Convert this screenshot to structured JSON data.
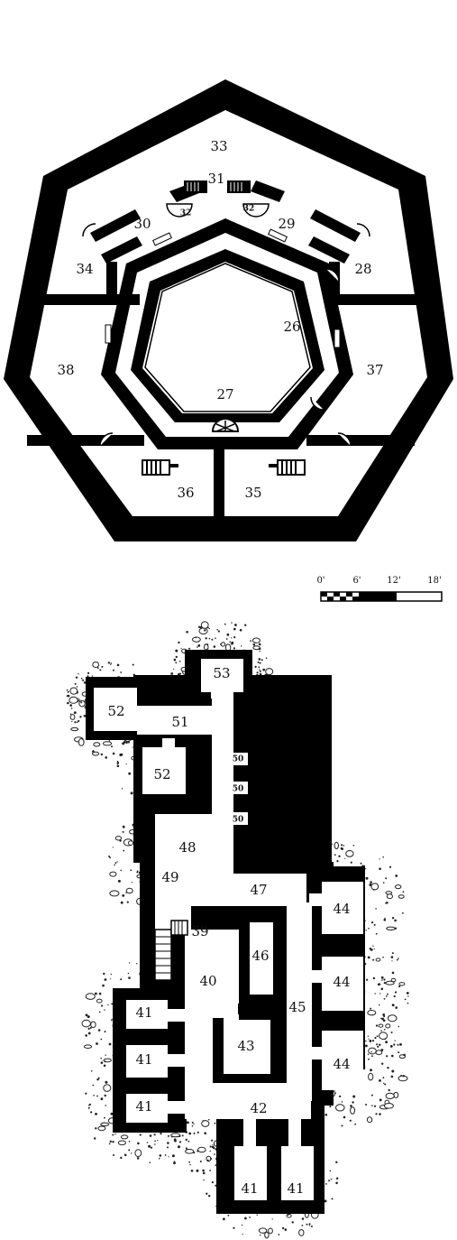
{
  "tower_rooms": {
    "r26": "26",
    "r27": "27",
    "r28": "28",
    "r29": "29",
    "r30": "30",
    "r31": "31",
    "r32a": "32",
    "r32b": "32",
    "r33": "33",
    "r34": "34",
    "r35": "35",
    "r36": "36",
    "r37": "37",
    "r38": "38"
  },
  "scale": {
    "ticks": [
      "0'",
      "6'",
      "12'",
      "18'"
    ]
  },
  "dungeon_rooms": {
    "r39": "39",
    "r40": "40",
    "r41a": "41",
    "r41b": "41",
    "r41c": "41",
    "r41d": "41",
    "r41e": "41",
    "r42": "42",
    "r43": "43",
    "r44a": "44",
    "r44b": "44",
    "r44c": "44",
    "r45": "45",
    "r46": "46",
    "r47": "47",
    "r48": "48",
    "r49": "49",
    "r50a": "50",
    "r50b": "50",
    "r50c": "50",
    "r51": "51",
    "r52a": "52",
    "r52b": "52",
    "r53": "53"
  },
  "colors": {
    "wall": "#000000",
    "floor": "#ffffff",
    "rubble": "#222222"
  }
}
